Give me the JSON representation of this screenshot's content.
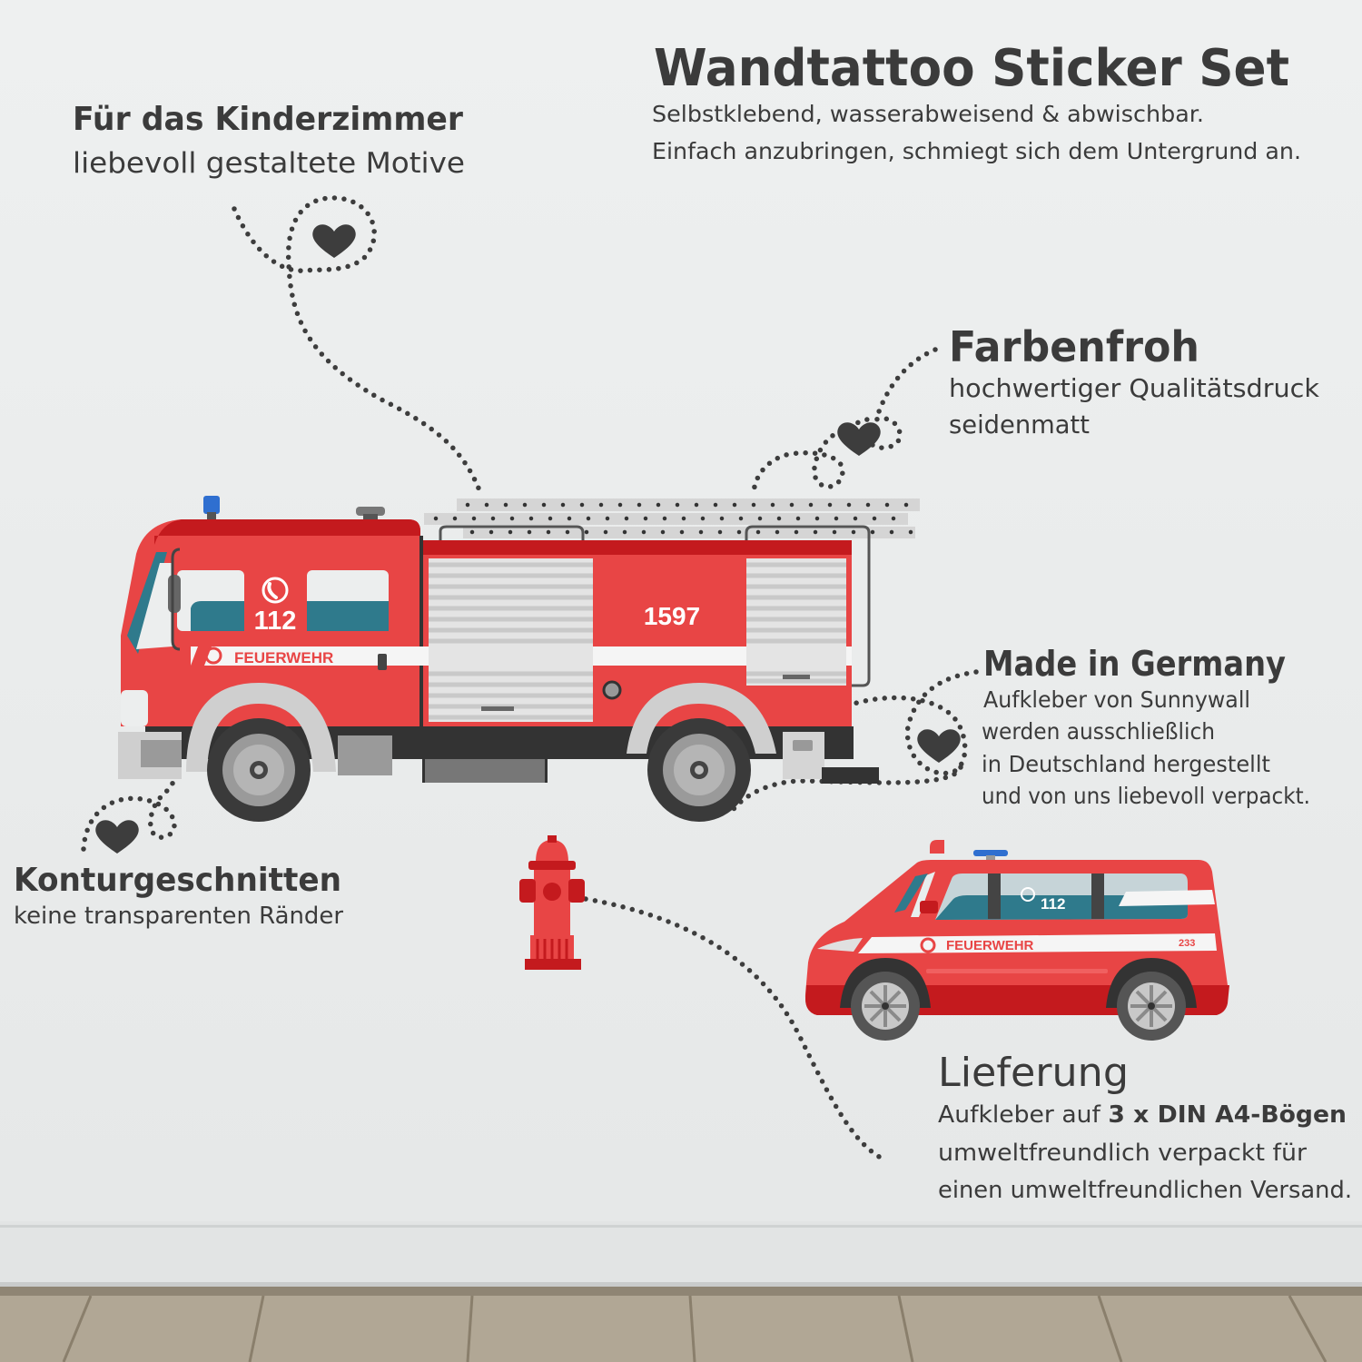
{
  "header": {
    "title": "Wandtattoo Sticker Set",
    "line1": "Selbstklebend, wasserabweisend & abwischbar.",
    "line2": "Einfach anzubringen, schmiegt sich dem Untergrund an."
  },
  "kinderzimmer": {
    "title": "Für das Kinderzimmer",
    "line1": "liebevoll gestaltete Motive"
  },
  "farbenfroh": {
    "title": "Farbenfroh",
    "line1": "hochwertiger Qualitätsdruck",
    "line2": "seidenmatt"
  },
  "germany": {
    "title": "Made in Germany",
    "line1": "Aufkleber von Sunnywall",
    "line2": "werden ausschließlich",
    "line3": "in Deutschland hergestellt",
    "line4": "und von uns liebevoll verpackt."
  },
  "kontur": {
    "title": "Konturgeschnitten",
    "line1": "keine transparenten Ränder"
  },
  "lieferung": {
    "title": "Lieferung",
    "line1_prefix": "Aufkleber auf ",
    "line1_bold": "3 x DIN A4-Bögen",
    "line2": "umweltfreundlich verpackt für",
    "line3": "einen umweltfreundlichen Versand."
  },
  "firetruck": {
    "emergency_number": "112",
    "vehicle_number": "1597",
    "label": "FEUERWEHR"
  },
  "van": {
    "emergency_number": "112",
    "vehicle_number": "233",
    "label": "FEUERWEHR"
  },
  "colors": {
    "red": "#e84545",
    "dark_red": "#c41a1e",
    "teal": "#2f7a8c",
    "text": "#3b3b3b",
    "wall": "#eceeee"
  },
  "icons": [
    "heart-icon",
    "phone-icon",
    "fire-department-emblem-icon",
    "blue-light-icon"
  ]
}
